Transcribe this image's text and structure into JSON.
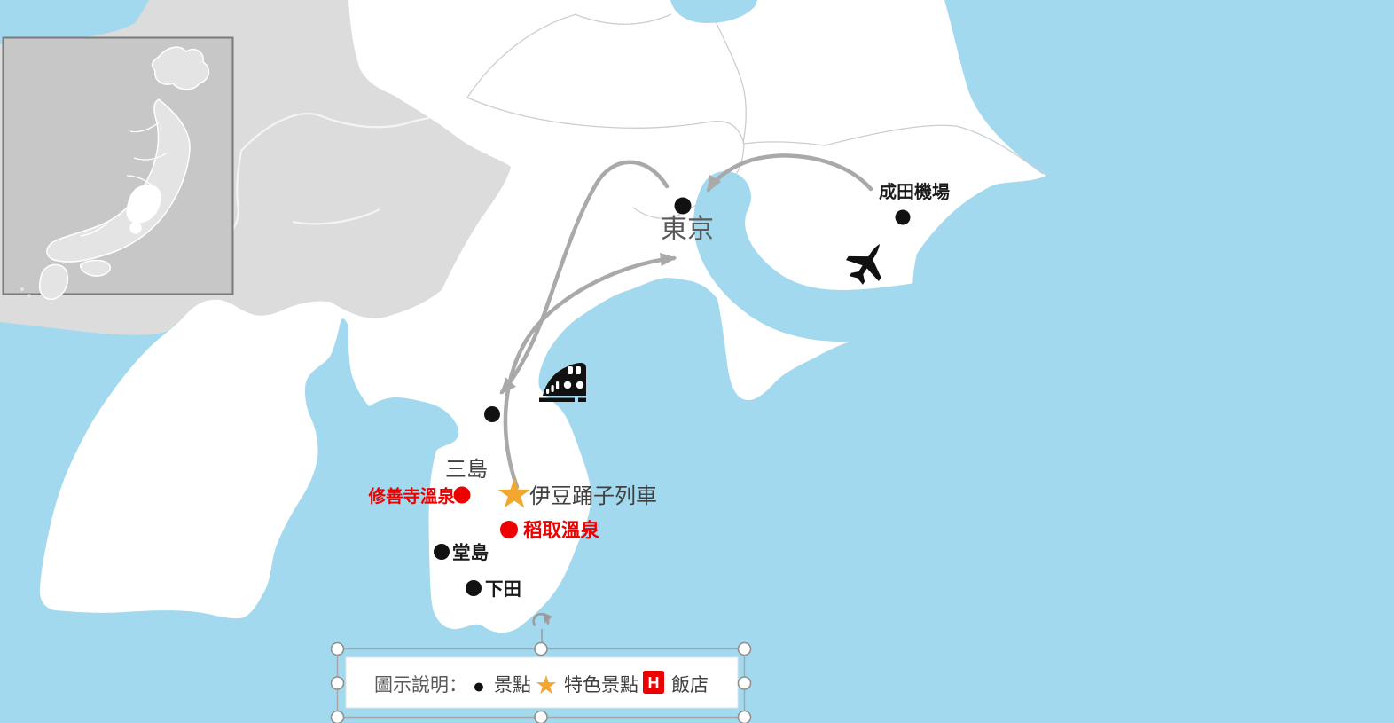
{
  "labels": {
    "tokyo": "東京",
    "narita_airport": "成田機場",
    "mishima": "三島",
    "shuzenji_onsen": "修善寺溫泉",
    "izu_odoriko_train": "伊豆踊子列車",
    "inatori_onsen": "稻取溫泉",
    "dojima": "堂島",
    "shimoda": "下田"
  },
  "legend": {
    "title": "圖示說明：",
    "items": [
      {
        "marker": "dot-icon",
        "glyph": "●",
        "label": "景點"
      },
      {
        "marker": "star-icon",
        "glyph": "★",
        "label": "特色景點"
      },
      {
        "marker": "hotel-icon",
        "glyph": "H",
        "label": "飯店"
      }
    ]
  },
  "icons": {
    "airplane": "airplane-icon",
    "train": "train-icon",
    "rotate_handle": "rotate-handle-icon",
    "inset": "japan-overview-inset-map"
  },
  "colors": {
    "sea": "#a2d9ef",
    "land": "#ffffff",
    "highlands": "#dcdcdc",
    "prefecture_line": "#c9ced2",
    "route_arrow": "#a9a9a9",
    "accent_red": "#ee0000",
    "star_gold": "#f2a72e",
    "label_gray": "#595959",
    "label_dark": "#404040",
    "label_black": "#1a1a1a",
    "inset_background": "#c7c7c7",
    "inset_border": "#7a7a7a",
    "selection_gray": "#a6a6a6"
  }
}
